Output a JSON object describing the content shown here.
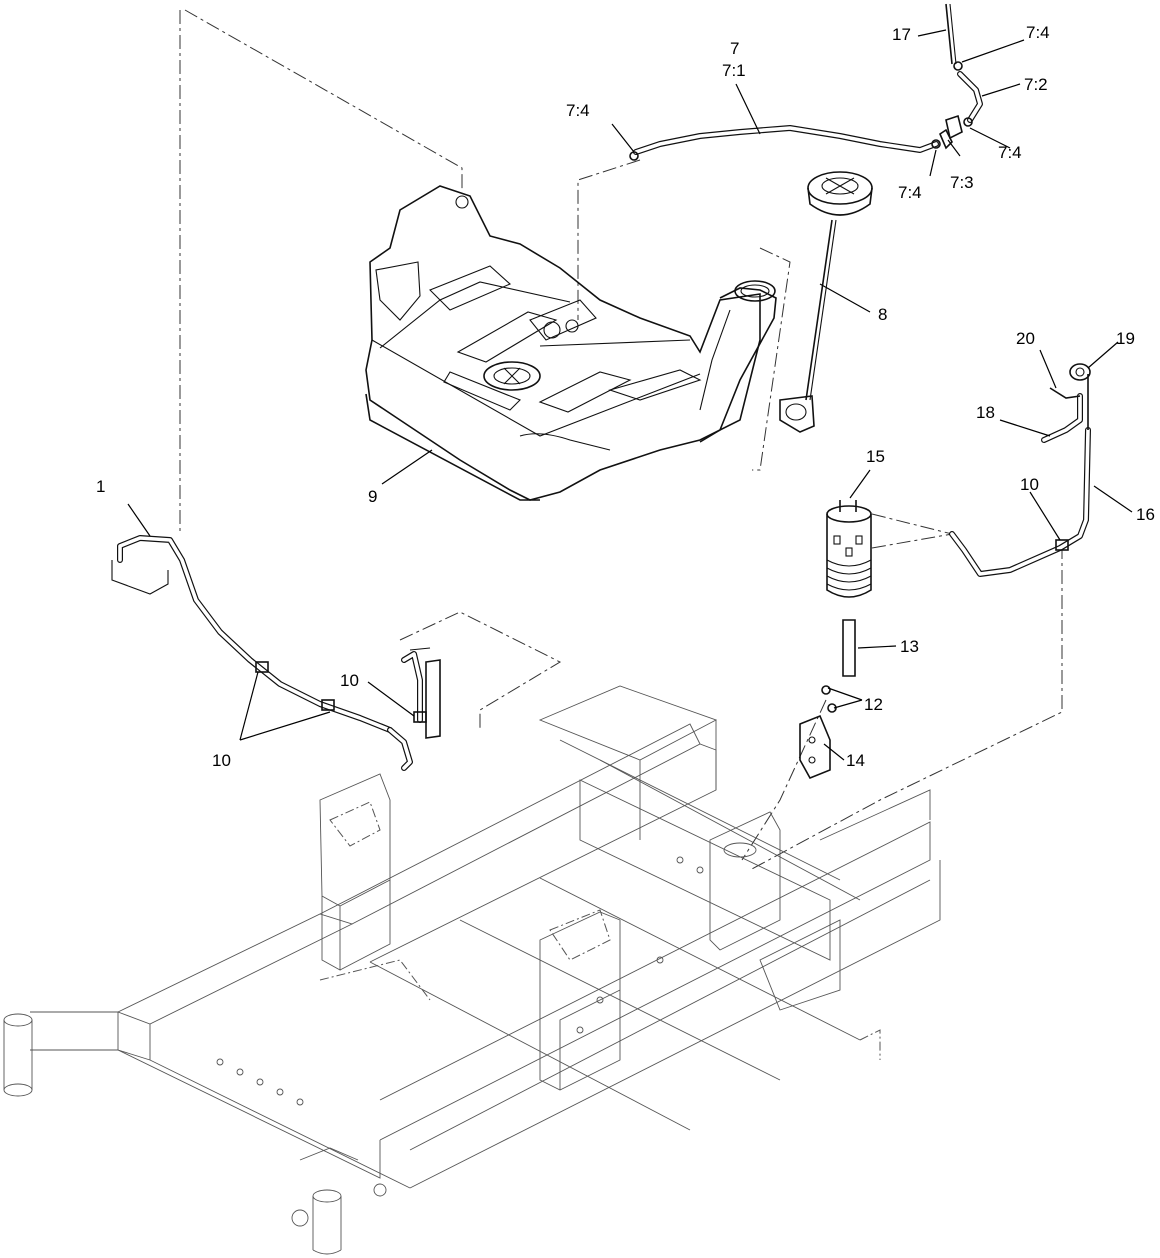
{
  "callouts": [
    {
      "id": "c1",
      "text": "1"
    },
    {
      "id": "c7",
      "text": "7"
    },
    {
      "id": "c7_1",
      "text": "7:1"
    },
    {
      "id": "c7_2",
      "text": "7:2"
    },
    {
      "id": "c7_3",
      "text": "7:3"
    },
    {
      "id": "c7_4a",
      "text": "7:4"
    },
    {
      "id": "c7_4b",
      "text": "7:4"
    },
    {
      "id": "c7_4c",
      "text": "7:4"
    },
    {
      "id": "c7_4d",
      "text": "7:4"
    },
    {
      "id": "c8",
      "text": "8"
    },
    {
      "id": "c9",
      "text": "9"
    },
    {
      "id": "c10a",
      "text": "10"
    },
    {
      "id": "c10b",
      "text": "10"
    },
    {
      "id": "c10c",
      "text": "10"
    },
    {
      "id": "c12",
      "text": "12"
    },
    {
      "id": "c13",
      "text": "13"
    },
    {
      "id": "c14",
      "text": "14"
    },
    {
      "id": "c15",
      "text": "15"
    },
    {
      "id": "c16",
      "text": "16"
    },
    {
      "id": "c17",
      "text": "17"
    },
    {
      "id": "c18",
      "text": "18"
    },
    {
      "id": "c19",
      "text": "19"
    },
    {
      "id": "c20",
      "text": "20"
    }
  ]
}
